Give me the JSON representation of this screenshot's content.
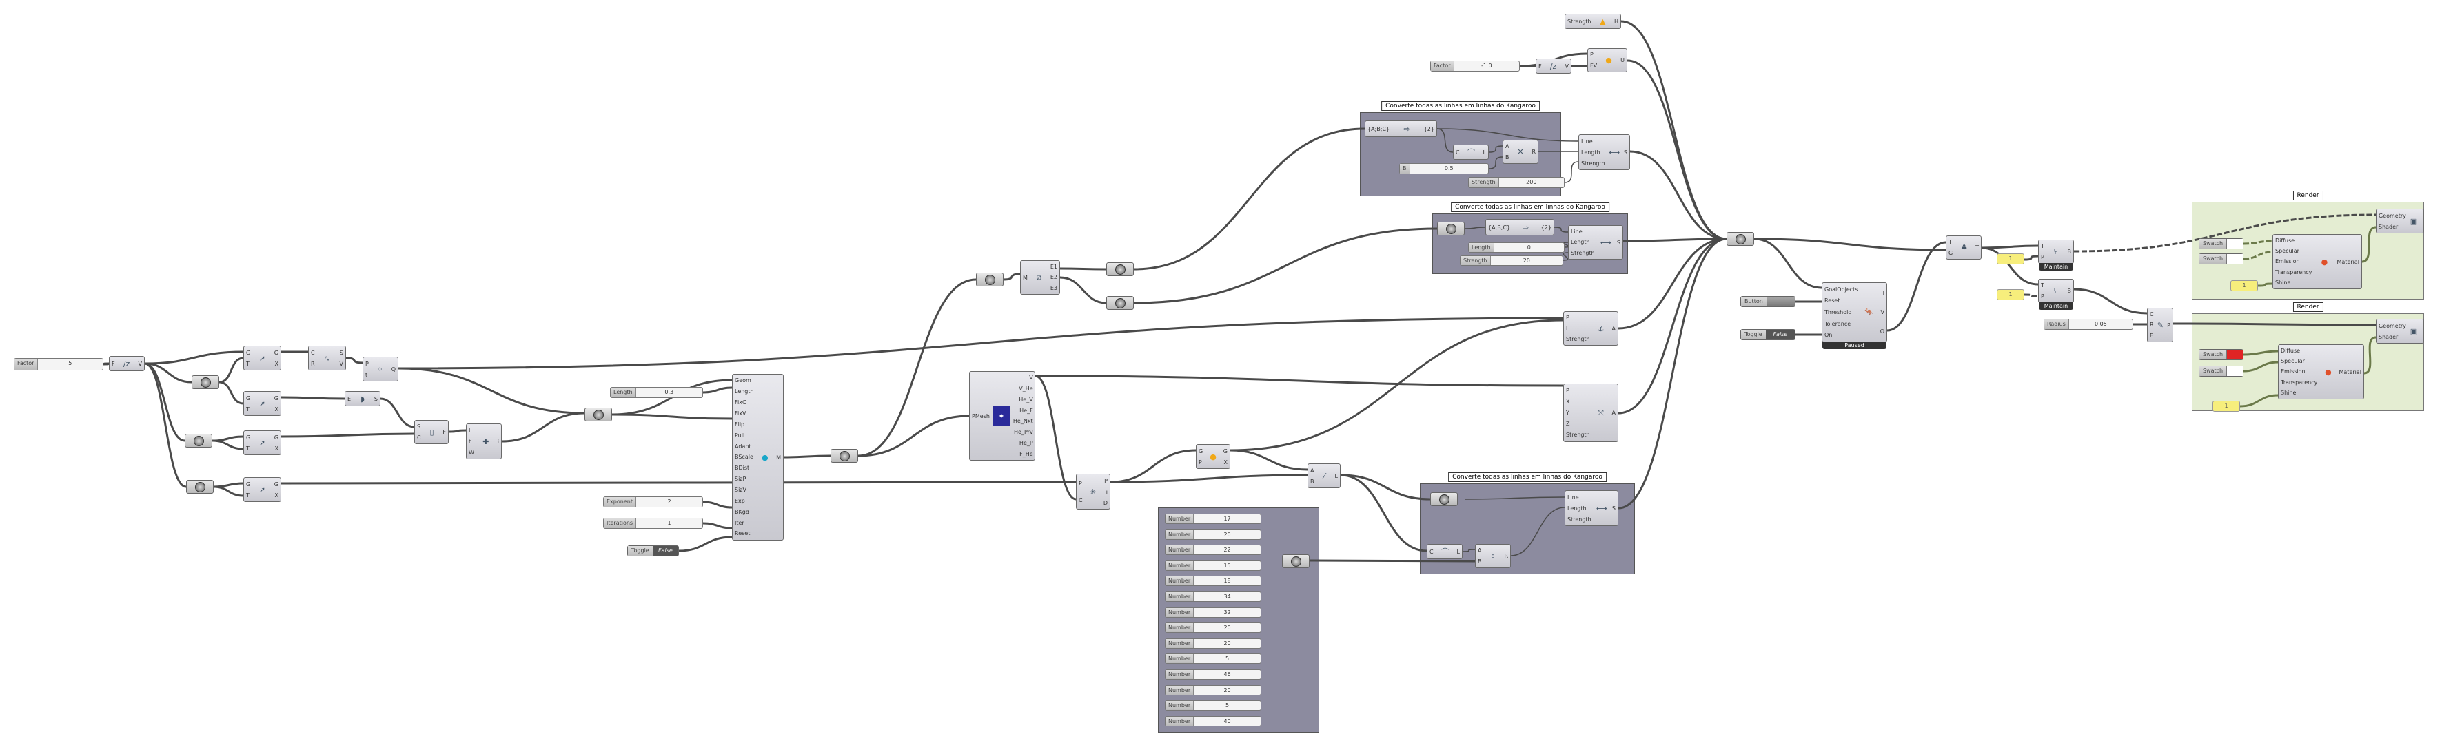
{
  "canvas": {
    "background": "#ffffff",
    "wire_color": "#4a4a4a",
    "group_dark": "#8c8b9f",
    "group_light": "#e4edd2"
  },
  "groups": [
    {
      "id": "kangaroo-group-1",
      "title": "Converte todas as linhas em linhas do Kangaroo",
      "style": "dark"
    },
    {
      "id": "kangaroo-group-2",
      "title": "Converte todas as linhas em linhas do Kangaroo",
      "style": "dark"
    },
    {
      "id": "kangaroo-group-3",
      "title": "Converte todas as linhas em linhas do Kangaroo",
      "style": "dark"
    },
    {
      "id": "number-group",
      "title": "",
      "style": "dark"
    },
    {
      "id": "render-group-1",
      "title": "Render",
      "style": "light"
    },
    {
      "id": "render-group-2",
      "title": "Render",
      "style": "light"
    }
  ],
  "sliders": [
    {
      "id": "factor-slider-1",
      "label": "Factor",
      "value": "5"
    },
    {
      "id": "length-slider-1",
      "label": "Length",
      "value": "0.3"
    },
    {
      "id": "exponent-slider",
      "label": "Exponent",
      "value": "2"
    },
    {
      "id": "iterations-slider",
      "label": "Iterations",
      "value": "1"
    },
    {
      "id": "b-slider",
      "label": "B",
      "value": "0.5"
    },
    {
      "id": "strength-slider-1",
      "label": "Strength",
      "value": "200"
    },
    {
      "id": "length-slider-2",
      "label": "Length",
      "value": "0"
    },
    {
      "id": "strength-slider-2",
      "label": "Strength",
      "value": "20"
    },
    {
      "id": "factor-slider-2",
      "label": "Factor",
      "value": "-1.0"
    },
    {
      "id": "radius-slider",
      "label": "Radius",
      "value": "0.05"
    }
  ],
  "numbers": {
    "label": "Number",
    "values": [
      "17",
      "20",
      "22",
      "15",
      "18",
      "34",
      "32",
      "20",
      "20",
      "5",
      "46",
      "20",
      "5",
      "40"
    ]
  },
  "toggles": [
    {
      "id": "toggle-reset",
      "label": "Toggle",
      "value": "False"
    },
    {
      "id": "toggle-solver-on",
      "label": "Toggle",
      "value": "False"
    }
  ],
  "buttons": [
    {
      "id": "button-solver-reset",
      "label": "Button"
    }
  ],
  "panels": [
    {
      "id": "panel-maintain-1",
      "value": "1"
    },
    {
      "id": "panel-maintain-2",
      "value": "1"
    },
    {
      "id": "panel-shine-1",
      "value": "1"
    },
    {
      "id": "panel-shine-2",
      "value": "1"
    }
  ],
  "swatches": [
    {
      "id": "swatch-diffuse-1",
      "label": "Swatch",
      "color": "#ffffff"
    },
    {
      "id": "swatch-specular-1",
      "label": "Swatch",
      "color": "#ffffff"
    },
    {
      "id": "swatch-diffuse-2",
      "label": "Swatch",
      "color": "#e02424"
    },
    {
      "id": "swatch-specular-2",
      "label": "Swatch",
      "color": "#ffffff"
    }
  ],
  "params": [
    "geometry-param-1",
    "geometry-param-2",
    "geometry-param-3",
    "mesh-param",
    "geometry-param-4",
    "geometry-param-5",
    "curve-param-1",
    "curve-param-2",
    "merge-param",
    "goals-param",
    "curve-param-3",
    "curve-param-4"
  ],
  "components": [
    {
      "id": "unit-z-1",
      "in": [
        "F"
      ],
      "out": [
        "V"
      ],
      "icon": "unit-z-icon",
      "glyph": "∕z"
    },
    {
      "id": "move-1",
      "in": [
        "G",
        "T"
      ],
      "out": [
        "G",
        "X"
      ],
      "icon": "move-icon",
      "glyph": "➚"
    },
    {
      "id": "move-2",
      "in": [
        "G",
        "T"
      ],
      "out": [
        "G",
        "X"
      ],
      "icon": "move-icon",
      "glyph": "➚"
    },
    {
      "id": "move-3",
      "in": [
        "G",
        "T"
      ],
      "out": [
        "G",
        "X"
      ],
      "icon": "move-icon",
      "glyph": "➚"
    },
    {
      "id": "move-4",
      "in": [
        "G",
        "T"
      ],
      "out": [
        "G",
        "X"
      ],
      "icon": "move-icon",
      "glyph": "➚"
    },
    {
      "id": "curve-cr",
      "in": [
        "C",
        "R"
      ],
      "out": [
        "S",
        "V"
      ],
      "icon": "curve-icon",
      "glyph": "∿"
    },
    {
      "id": "points-q",
      "in": [
        "P",
        "t"
      ],
      "out": [
        "Q"
      ],
      "icon": "points-icon",
      "glyph": "⁘"
    },
    {
      "id": "surface-e",
      "in": [
        "E"
      ],
      "out": [
        "S"
      ],
      "icon": "surface-icon",
      "glyph": "◗"
    },
    {
      "id": "surface-sc",
      "in": [
        "S",
        "C"
      ],
      "out": [
        "F"
      ],
      "icon": "frame-icon",
      "glyph": "▯"
    },
    {
      "id": "evaluate-ltw",
      "in": [
        "L",
        "t",
        "W"
      ],
      "out": [
        "i"
      ],
      "icon": "evaluate-icon",
      "glyph": "✚"
    },
    {
      "id": "mesh-machine",
      "in": [
        "Geom",
        "Length",
        "FixC",
        "FixV",
        "Flip",
        "Pull",
        "Adapt",
        "BScale",
        "BDist",
        "SizP",
        "SizV",
        "Exp",
        "BKgd",
        "Iter",
        "Reset"
      ],
      "out": [
        "M"
      ],
      "icon": "mesh-machine-icon",
      "glyph": "●"
    },
    {
      "id": "plankton-mesh",
      "in": [
        "PMesh"
      ],
      "out": [
        "V",
        "V_He",
        "He_V",
        "He_F",
        "He_Nxt",
        "He_Prv",
        "He_P",
        "F_He"
      ],
      "icon": "plankton-icon",
      "glyph": "✦"
    },
    {
      "id": "mesh-edges",
      "in": [
        "M"
      ],
      "out": [
        "E1",
        "E2",
        "E3"
      ],
      "icon": "mesh-edges-icon",
      "glyph": "⧄"
    },
    {
      "id": "closest-point",
      "in": [
        "P",
        "C"
      ],
      "out": [
        "P",
        "i",
        "D"
      ],
      "icon": "closest-point-icon",
      "glyph": "✳"
    },
    {
      "id": "project-gp",
      "in": [
        "G",
        "P"
      ],
      "out": [
        "G",
        "X"
      ],
      "icon": "project-icon",
      "glyph": "●"
    },
    {
      "id": "line-ab",
      "in": [
        "A",
        "B"
      ],
      "out": [
        "L"
      ],
      "icon": "line-icon",
      "glyph": "⁄"
    },
    {
      "id": "explode-tree-1",
      "in": [
        "{A;B;C}"
      ],
      "out": [
        "{2}"
      ],
      "icon": "explode-tree-icon",
      "glyph": "⇨"
    },
    {
      "id": "curve-length-1",
      "in": [
        "C"
      ],
      "out": [
        "L"
      ],
      "icon": "curve-length-icon",
      "glyph": "⌒"
    },
    {
      "id": "multiply-1",
      "in": [
        "A",
        "B"
      ],
      "out": [
        "R"
      ],
      "icon": "multiply-icon",
      "glyph": "✕"
    },
    {
      "id": "length-goal-1",
      "in": [
        "Line",
        "Length",
        "Strength"
      ],
      "out": [
        "S"
      ],
      "icon": "length-goal-icon",
      "glyph": "⟷"
    },
    {
      "id": "explode-tree-2",
      "in": [
        "{A;B;C}"
      ],
      "out": [
        "{2}"
      ],
      "icon": "explode-tree-icon",
      "glyph": "⇨"
    },
    {
      "id": "length-goal-2",
      "in": [
        "Line",
        "Length",
        "Strength"
      ],
      "out": [
        "S"
      ],
      "icon": "length-goal-icon",
      "glyph": "⟷"
    },
    {
      "id": "curve-length-2",
      "in": [
        "C"
      ],
      "out": [
        "L"
      ],
      "icon": "curve-length-icon",
      "glyph": "⌒"
    },
    {
      "id": "divide-1",
      "in": [
        "A",
        "B"
      ],
      "out": [
        "R"
      ],
      "icon": "divide-icon",
      "glyph": "÷"
    },
    {
      "id": "length-goal-3",
      "in": [
        "Line",
        "Length",
        "Strength"
      ],
      "out": [
        "S"
      ],
      "icon": "length-goal-icon",
      "glyph": "⟷"
    },
    {
      "id": "strength-hinge",
      "in": [
        "Strength"
      ],
      "out": [
        "H"
      ],
      "icon": "hinge-icon",
      "glyph": "▲"
    },
    {
      "id": "unit-z-2",
      "in": [
        "F"
      ],
      "out": [
        "V"
      ],
      "icon": "unit-z-icon",
      "glyph": "∕z"
    },
    {
      "id": "unary-force",
      "in": [
        "P",
        "FV"
      ],
      "out": [
        "U"
      ],
      "icon": "unary-force-icon",
      "glyph": "●"
    },
    {
      "id": "anchor",
      "in": [
        "P",
        "I",
        "Strength"
      ],
      "out": [
        "A"
      ],
      "icon": "anchor-icon",
      "glyph": "⚓"
    },
    {
      "id": "anchor-xyz",
      "in": [
        "P",
        "X",
        "Y",
        "Z",
        "Strength"
      ],
      "out": [
        "A"
      ],
      "icon": "anchor-xyz-icon",
      "glyph": "⤧"
    },
    {
      "id": "solver",
      "in": [
        "GoalObjects",
        "Reset",
        "Threshold",
        "Tolerance",
        "On"
      ],
      "out": [
        "I",
        "V",
        "O"
      ],
      "icon": "kangaroo-icon",
      "glyph": "🦘",
      "footer": "Paused"
    },
    {
      "id": "tree-branch",
      "in": [
        "T",
        "G"
      ],
      "out": [
        "T"
      ],
      "icon": "tree-branch-icon",
      "glyph": "♣"
    },
    {
      "id": "tree-branch-maintain-1",
      "in": [
        "T",
        "P"
      ],
      "out": [
        "B"
      ],
      "icon": "tree-branch-icon",
      "glyph": "⑂",
      "footer": "Maintain"
    },
    {
      "id": "tree-branch-maintain-2",
      "in": [
        "T",
        "P"
      ],
      "out": [
        "B"
      ],
      "icon": "tree-branch-icon",
      "glyph": "⑂",
      "footer": "Maintain"
    },
    {
      "id": "pipe",
      "in": [
        "C",
        "R",
        "E"
      ],
      "out": [
        "P"
      ],
      "icon": "pipe-icon",
      "glyph": "✎"
    },
    {
      "id": "material-1",
      "in": [
        "Diffuse",
        "Specular",
        "Emission",
        "Transparency",
        "Shine"
      ],
      "out": [
        "Material"
      ],
      "icon": "material-icon",
      "glyph": "●"
    },
    {
      "id": "material-2",
      "in": [
        "Diffuse",
        "Specular",
        "Emission",
        "Transparency",
        "Shine"
      ],
      "out": [
        "Material"
      ],
      "icon": "material-icon",
      "glyph": "●"
    },
    {
      "id": "custom-preview-1",
      "in": [
        "Geometry",
        "Shader"
      ],
      "out": [],
      "icon": "custom-preview-icon",
      "glyph": "▣"
    },
    {
      "id": "custom-preview-2",
      "in": [
        "Geometry",
        "Shader"
      ],
      "out": [],
      "icon": "custom-preview-icon",
      "glyph": "▣"
    }
  ]
}
